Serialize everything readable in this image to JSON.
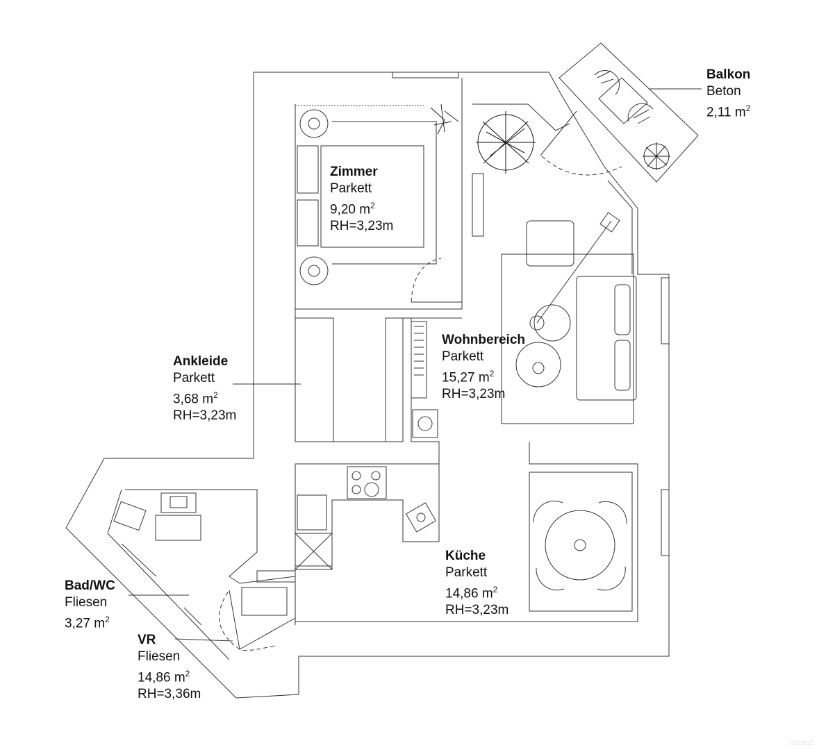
{
  "rooms": {
    "balkon": {
      "name": "Balkon",
      "floor": "Beton",
      "area_num": "2,11",
      "area_unit": "m",
      "area_sup": "2",
      "rh": ""
    },
    "zimmer": {
      "name": "Zimmer",
      "floor": "Parkett",
      "area_num": "9,20",
      "area_unit": "m",
      "area_sup": "2",
      "rh": "RH=3,23m"
    },
    "wohnbereich": {
      "name": "Wohnbereich",
      "floor": "Parkett",
      "area_num": "15,27",
      "area_unit": "m",
      "area_sup": "2",
      "rh": "RH=3,23m"
    },
    "ankleide": {
      "name": "Ankleide",
      "floor": "Parkett",
      "area_num": "3,68",
      "area_unit": "m",
      "area_sup": "2",
      "rh": "RH=3,23m"
    },
    "kueche": {
      "name": "Küche",
      "floor": "Parkett",
      "area_num": "14,86",
      "area_unit": "m",
      "area_sup": "2",
      "rh": "RH=3,23m"
    },
    "badwc": {
      "name": "Bad/WC",
      "floor": "Fliesen",
      "area_num": "3,27",
      "area_unit": "m",
      "area_sup": "2",
      "rh": ""
    },
    "vr": {
      "name": "VR",
      "floor": "Fliesen",
      "area_num": "14,86",
      "area_unit": "m",
      "area_sup": "2",
      "rh": "RH=3,36m"
    }
  },
  "watermark": "ImmoZ",
  "colors": {
    "wall_line": "#333333",
    "wall_fill": "#ffffff",
    "furniture": "#444444"
  }
}
